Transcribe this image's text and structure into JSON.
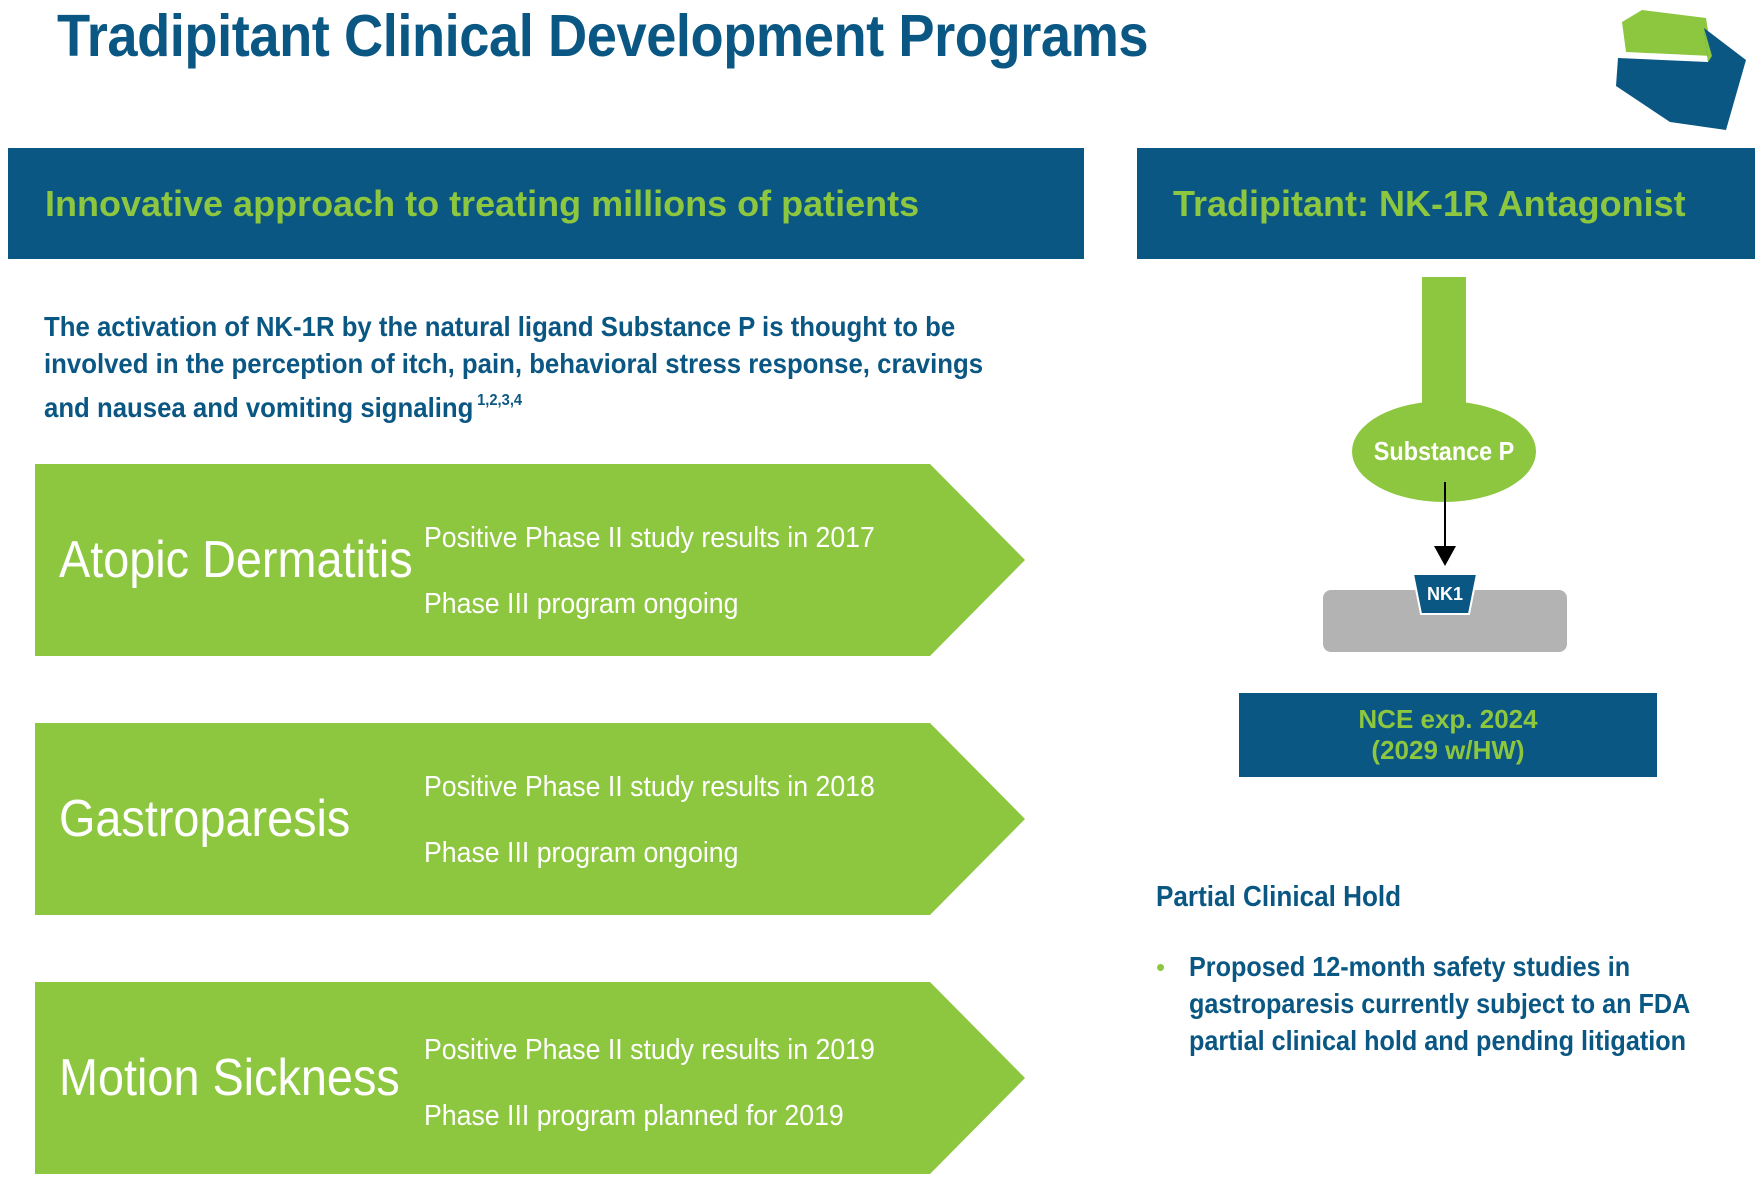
{
  "header": {
    "title": "Tradipitant Clinical Development Programs"
  },
  "banners": {
    "left": "Innovative approach to treating millions of patients",
    "right": "Tradipitant: NK-1R Antagonist"
  },
  "intro": {
    "text": "The activation of NK-1R by the natural ligand Substance P is thought to be involved in the perception of itch, pain, behavioral stress response, cravings and nausea and vomiting signaling",
    "superscript": "1,2,3,4"
  },
  "programs": [
    {
      "title": "Atopic Dermatitis",
      "line1": "Positive Phase II study results in 2017",
      "line2": "Phase III program ongoing"
    },
    {
      "title": "Gastroparesis",
      "line1": "Positive Phase II study results in 2018",
      "line2": "Phase III program ongoing"
    },
    {
      "title": "Motion Sickness",
      "line1": "Positive Phase II study results in 2019",
      "line2": "Phase III program planned for 2019"
    }
  ],
  "diagram": {
    "ligand_label": "Substance P",
    "receptor_label": "NK1"
  },
  "nce": {
    "line1": "NCE exp. 2024",
    "line2": "(2029 w/HW)"
  },
  "hold": {
    "title": "Partial Clinical Hold",
    "bullet_marker": "•",
    "bullet": "Proposed 12-month safety studies in gastroparesis currently subject to an FDA partial clinical hold and pending litigation"
  },
  "colors": {
    "brand_blue": "#0b5783",
    "brand_green": "#8dc63f",
    "membrane_gray": "#b3b3b3"
  }
}
